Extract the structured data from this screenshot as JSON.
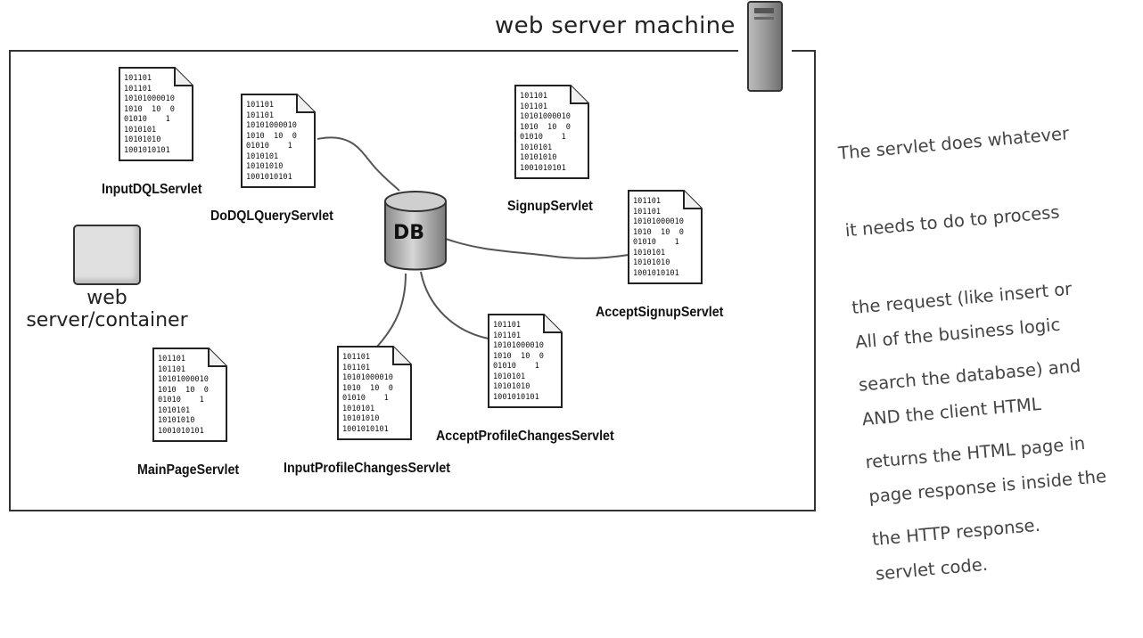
{
  "diagram": {
    "title": "web server machine",
    "container_label_line1": "web",
    "container_label_line2": "server/container",
    "db_label": "DB",
    "binary_lines": [
      "101101",
      "101101",
      "10101000010",
      "1010  10  0",
      "01010    1",
      "1010101",
      "10101010",
      "1001010101"
    ],
    "servlets": [
      {
        "name": "InputDQLServlet"
      },
      {
        "name": "DoDQLQueryServlet"
      },
      {
        "name": "SignupServlet"
      },
      {
        "name": "AcceptSignupServlet"
      },
      {
        "name": "MainPageServlet"
      },
      {
        "name": "InputProfileChangesServlet"
      },
      {
        "name": "AcceptProfileChangesServlet"
      }
    ],
    "note1": [
      "The servlet does whatever",
      "it needs to do to process",
      "the request (like insert or",
      "search the database) and",
      "returns the HTML page in",
      "the HTTP response."
    ],
    "note2": [
      "All of the business logic",
      "AND the client HTML",
      "page response is inside the",
      "servlet code."
    ]
  }
}
